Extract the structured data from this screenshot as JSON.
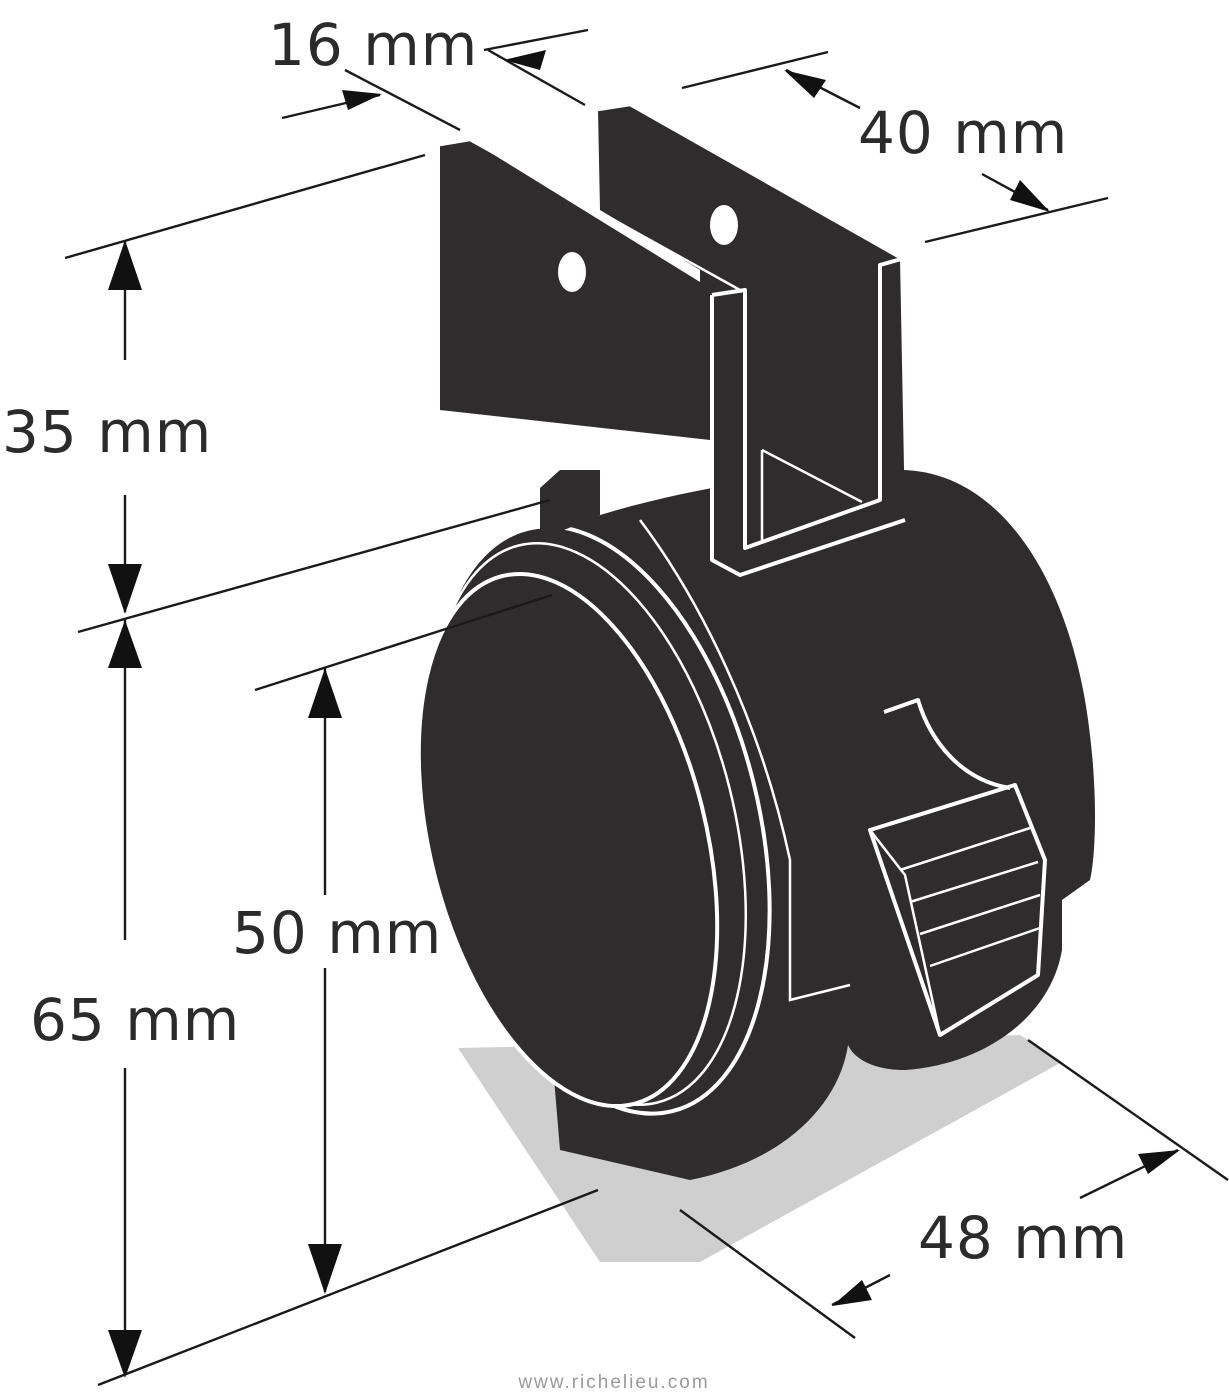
{
  "dimensions": {
    "top_slot_width": "16 mm",
    "mount_depth": "40 mm",
    "mount_height": "35 mm",
    "wheel_diameter": "50 mm",
    "overall_height": "65 mm",
    "wheel_width": "48 mm"
  },
  "footer": {
    "url": "www.richelieu.com"
  },
  "colors": {
    "body": "#2e2c2d",
    "outline": "#ffffff",
    "shadow": "#cfcfcf",
    "dimension_lines": "#1a1a1a"
  }
}
